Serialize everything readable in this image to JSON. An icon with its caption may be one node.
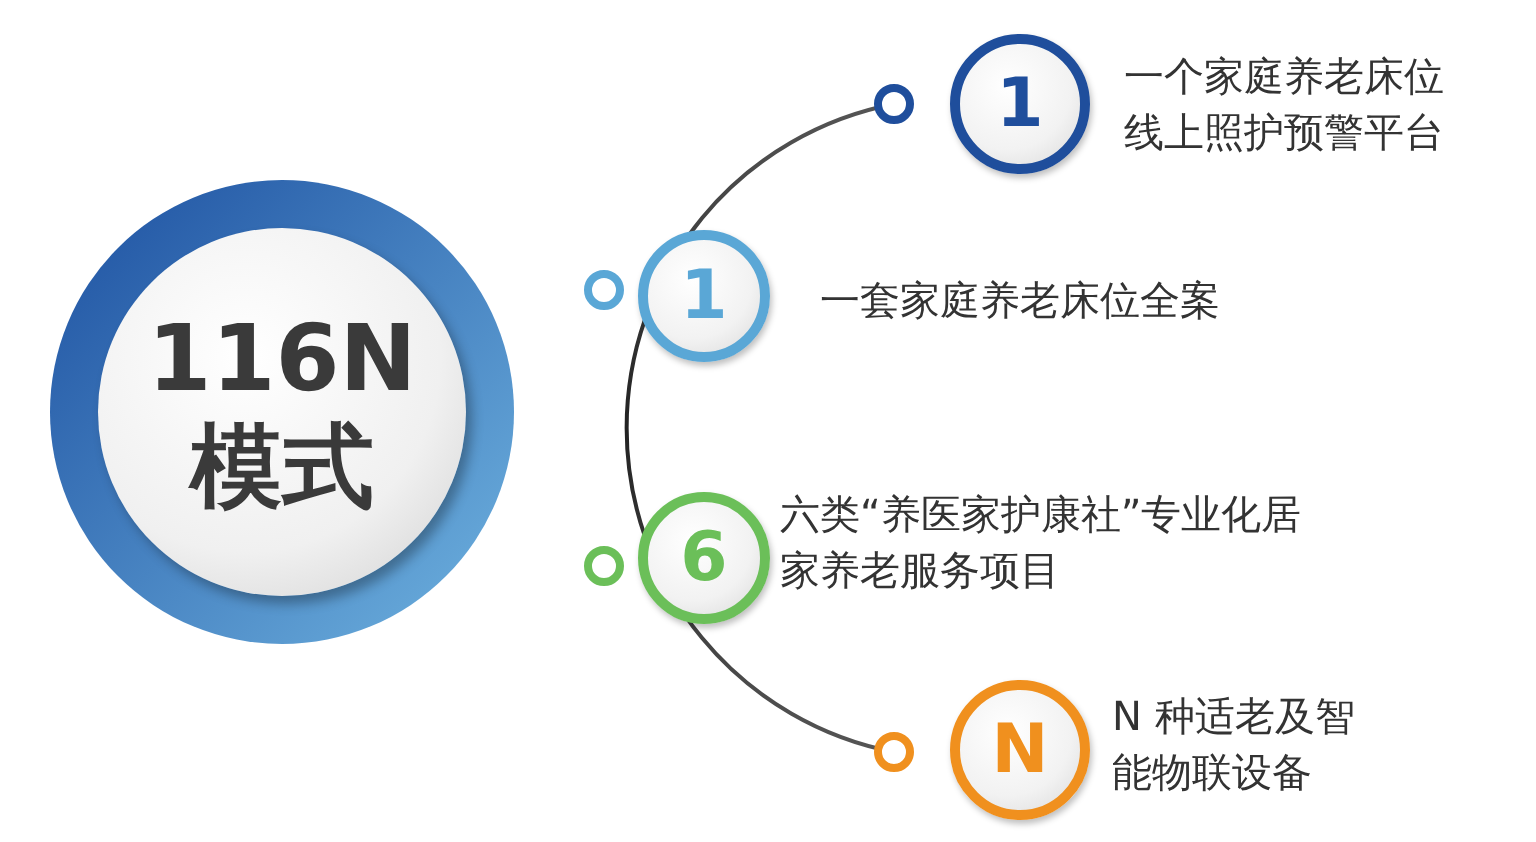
{
  "diagram": {
    "nodes": [
      {
        "text": [
          "116N",
          "模式"
        ]
      },
      {
        "text": [
          "1"
        ],
        "beside": [
          "一个家庭养老床位线上照护预警平台"
        ]
      },
      {
        "text": [
          "1"
        ],
        "beside": [
          "一套家庭养老床位全案"
        ]
      },
      {
        "text": [
          "6"
        ],
        "beside": [
          "六类“养医家护康社”专业化居家养老服务项目"
        ]
      },
      {
        "text": [
          "N"
        ],
        "beside": [
          "N 种适老及智能物联设备"
        ]
      }
    ]
  }
}
